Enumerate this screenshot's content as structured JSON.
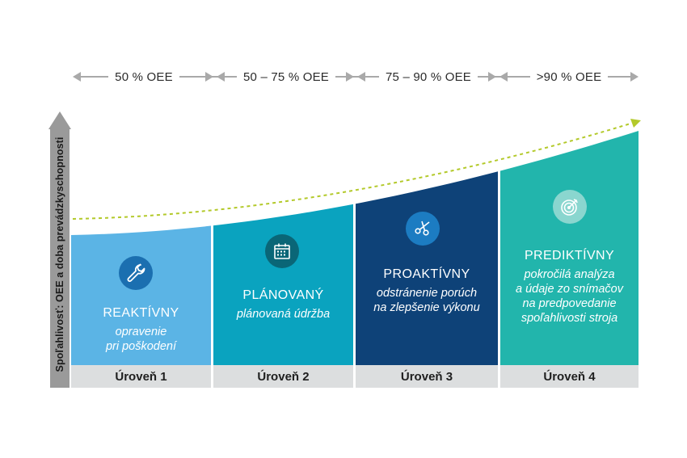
{
  "ranges": [
    {
      "label": "50 % OEE"
    },
    {
      "label": "50 – 75 % OEE"
    },
    {
      "label": "75 – 90 % OEE"
    },
    {
      "label": ">90 % OEE"
    }
  ],
  "axis_label": "Spoľahlivosť: OEE a doba prevádzkyschopnosti",
  "columns": [
    {
      "title": "REAKTÍVNY",
      "desc": [
        "opravenie",
        "pri poškodení"
      ],
      "level": "Úroveň 1",
      "icon": "wrench-icon",
      "color": "#5bb4e5",
      "icon_color": "#1b6fb0"
    },
    {
      "title": "PLÁNOVANÝ",
      "desc": [
        "plánovaná údržba"
      ],
      "level": "Úroveň 2",
      "icon": "calendar-icon",
      "color": "#0aa3bf",
      "icon_color": "#0a6677"
    },
    {
      "title": "PROAKTÍVNY",
      "desc": [
        "odstránenie porúch",
        "na zlepšenie výkonu"
      ],
      "level": "Úroveň 3",
      "icon": "scissors-icon",
      "color": "#0e4278",
      "icon_color": "#1c7cc2"
    },
    {
      "title": "PREDIKTÍVNY",
      "desc": [
        "pokročilá analýza",
        "a údaje zo snímačov",
        "na predpovedanie",
        "spoľahlivosti stroja"
      ],
      "level": "Úroveň 4",
      "icon": "target-icon",
      "color": "#22b5ac",
      "icon_color": "#8ad6cf"
    }
  ],
  "colors": {
    "axis": "#9a9a9a",
    "trend": "#b3c92a",
    "level_bar": "#dcdedf",
    "range_arrow": "#a9a9a9"
  }
}
